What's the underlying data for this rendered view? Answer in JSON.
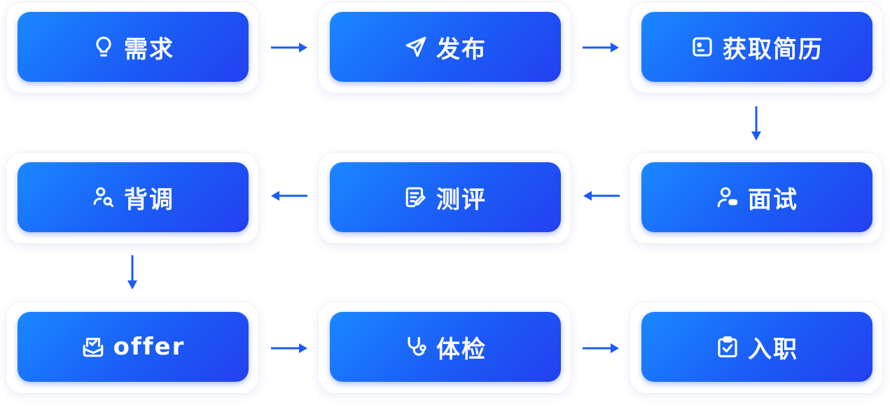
{
  "diagram": {
    "accent": "#1b5cf6",
    "steps": [
      {
        "label": "需求",
        "icon": "lightbulb-icon"
      },
      {
        "label": "发布",
        "icon": "send-icon"
      },
      {
        "label": "获取简历",
        "icon": "resume-icon"
      },
      {
        "label": "面试",
        "icon": "interview-icon"
      },
      {
        "label": "测评",
        "icon": "assessment-icon"
      },
      {
        "label": "背调",
        "icon": "background-check-icon"
      },
      {
        "label": "offer",
        "icon": "offer-mail-icon"
      },
      {
        "label": "体检",
        "icon": "stethoscope-icon"
      },
      {
        "label": "入职",
        "icon": "clipboard-check-icon"
      }
    ],
    "connections": [
      {
        "from": "需求",
        "to": "发布"
      },
      {
        "from": "发布",
        "to": "获取简历"
      },
      {
        "from": "获取简历",
        "to": "面试"
      },
      {
        "from": "面试",
        "to": "测评"
      },
      {
        "from": "测评",
        "to": "背调"
      },
      {
        "from": "背调",
        "to": "offer"
      },
      {
        "from": "offer",
        "to": "体检"
      },
      {
        "from": "体检",
        "to": "入职"
      }
    ]
  }
}
